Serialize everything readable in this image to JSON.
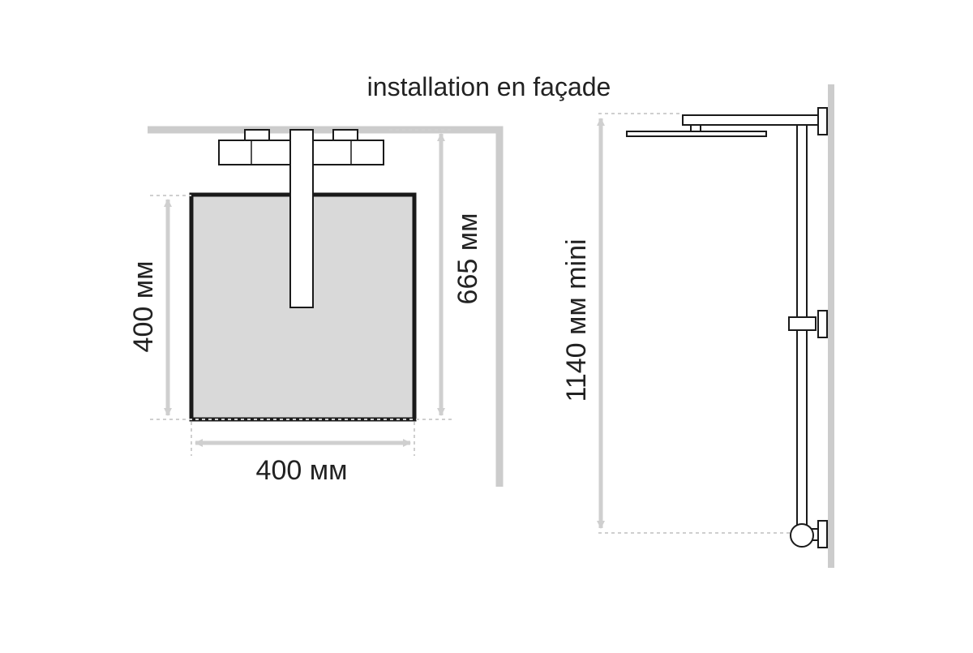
{
  "title": "installation en façade",
  "labels": {
    "height_left": "400 мм",
    "width_bottom": "400 мм",
    "overall_height": "665 мм",
    "bar_height": "1140 мм mini"
  },
  "colors": {
    "outline": "#1a1a1a",
    "panel_fill": "#d9d9d9",
    "wall": "#cccccc",
    "dimension": "#cfcfcf",
    "text": "#222222"
  }
}
